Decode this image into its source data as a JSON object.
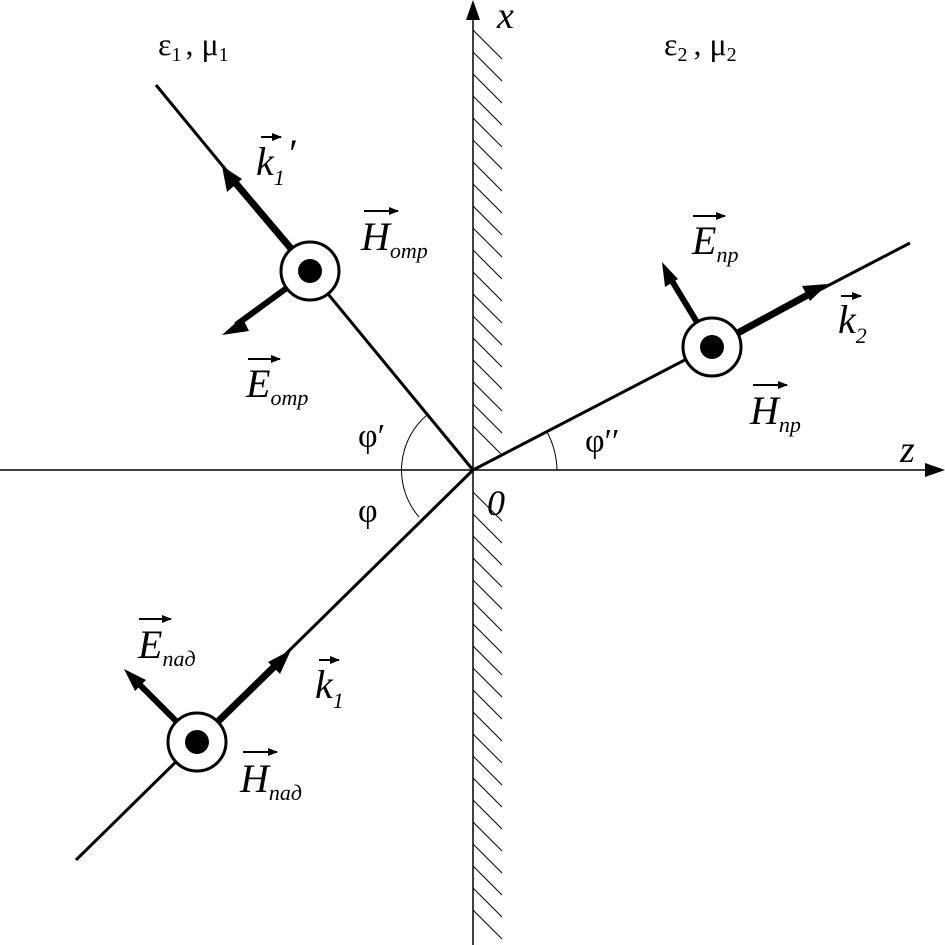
{
  "media": {
    "left": {
      "eps_symbol": "ε",
      "eps_index": "1",
      "sep": ",",
      "mu_symbol": "μ",
      "mu_index": "1"
    },
    "right": {
      "eps_symbol": "ε",
      "eps_index": "2",
      "sep": ",",
      "mu_symbol": "μ",
      "mu_index": "2"
    }
  },
  "axes": {
    "x_label": "x",
    "z_label": "z",
    "origin_label": "0"
  },
  "angles": {
    "incident": "φ",
    "reflected": "φ′",
    "refracted": "φ′′"
  },
  "vectors": {
    "k_incident": {
      "base": "k",
      "sub": "1"
    },
    "k_reflected": {
      "base": "k",
      "sub": "1",
      "prime": "′"
    },
    "k_refracted": {
      "base": "k",
      "sub": "2"
    },
    "E_incident": {
      "base": "E",
      "sub": "пад"
    },
    "H_incident": {
      "base": "H",
      "sub": "пад"
    },
    "E_reflected": {
      "base": "E",
      "sub": "отр"
    },
    "H_reflected": {
      "base": "H",
      "sub": "отр"
    },
    "E_refracted": {
      "base": "E",
      "sub": "пр"
    },
    "H_refracted": {
      "base": "H",
      "sub": "пр"
    }
  }
}
